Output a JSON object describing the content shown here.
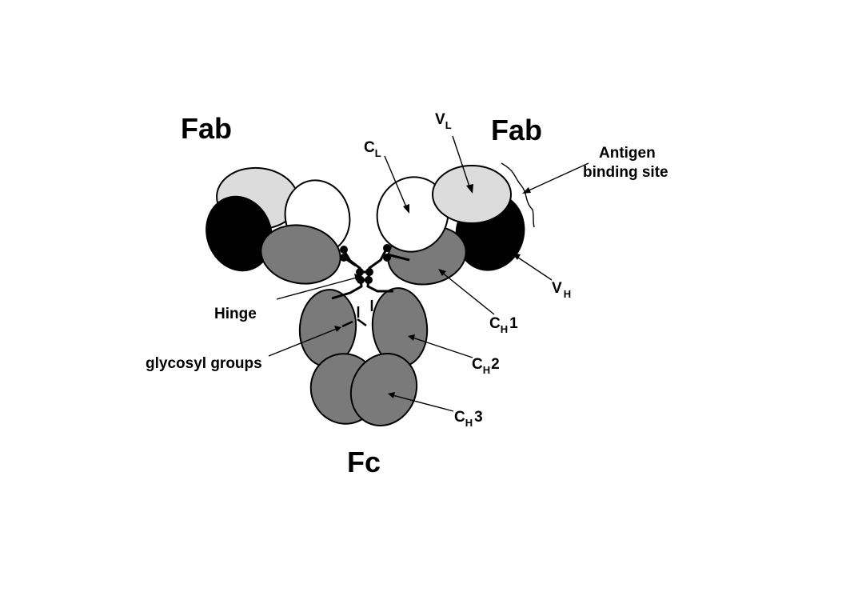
{
  "colors": {
    "heavy_constant": "#7a7a7a",
    "variable_heavy": "#000000",
    "variable_light": "#dcdcdc",
    "constant_light": "#ffffff",
    "outline": "#000000"
  },
  "labels": {
    "fab_left": "Fab",
    "fab_right": "Fab",
    "fc": "Fc",
    "hinge": "Hinge",
    "glycosyl": "glycosyl groups",
    "antigen_line1": "Antigen",
    "antigen_line2": "binding site",
    "vl_main": "V",
    "vl_sub": "L",
    "cl_main": "C",
    "cl_sub": "L",
    "vh_main": "V",
    "vh_sub": "H",
    "ch1_main": "C",
    "ch1_sub": "H",
    "ch1_num": "1",
    "ch2_main": "C",
    "ch2_sub": "H",
    "ch2_num": "2",
    "ch3_main": "C",
    "ch3_sub": "H",
    "ch3_num": "3"
  }
}
